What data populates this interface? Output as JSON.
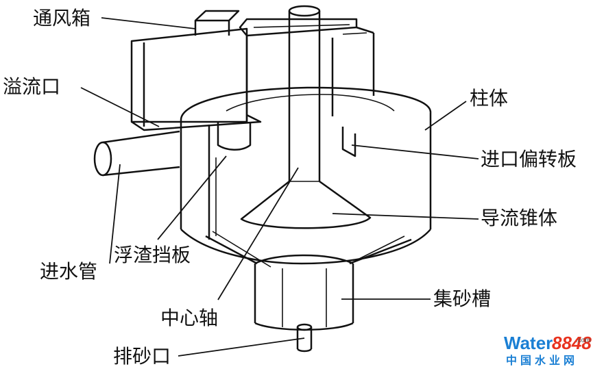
{
  "labels": {
    "ventilation_box": "通风箱",
    "overflow_outlet": "溢流口",
    "inlet_pipe": "进水管",
    "scum_baffle": "浮渣挡板",
    "center_shaft": "中心轴",
    "sand_discharge": "排砂口",
    "column_body": "柱体",
    "inlet_deflector": "进口偏转板",
    "guide_cone": "导流锥体",
    "sand_hopper": "集砂槽"
  },
  "watermark": {
    "brand_left": "Water",
    "brand_right": "8848",
    "domain": ".com",
    "tagline": "中国水业网"
  },
  "colors": {
    "line": "#111111",
    "background": "#ffffff",
    "watermark_blue": "#1a7fd4",
    "watermark_red": "#e8321e"
  }
}
